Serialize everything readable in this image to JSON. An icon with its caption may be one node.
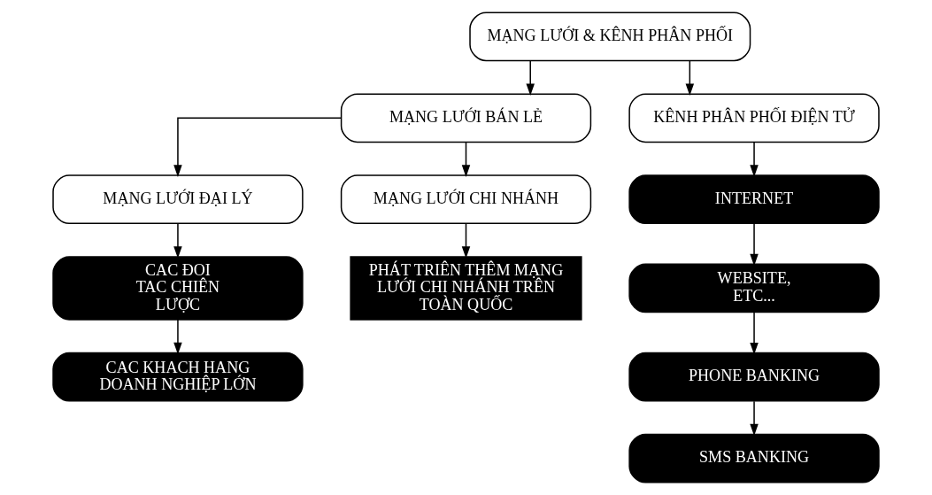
{
  "diagram": {
    "nodes": [
      {
        "text": [
          "MẠNG LƯỚI & KÊNH PHÂN PHỐI"
        ]
      },
      {
        "text": [
          "MẠNG LƯỚI BÁN LẺ"
        ]
      },
      {
        "text": [
          "KÊNH PHÂN PHỐI ĐIỆN TỬ"
        ]
      },
      {
        "text": [
          "MẠNG LƯỚI ĐẠI LÝ"
        ]
      },
      {
        "text": [
          "MẠNG LƯỚI CHI NHÁNH"
        ]
      },
      {
        "text": [
          "CAC ĐOI TAC CHIÊN LƯỢC"
        ]
      },
      {
        "text": [
          "CAC KHACH HANG DOANH NGHIỆP LỚN"
        ]
      },
      {
        "text": [
          "PHÁT TRIÊN THÊM MẠNG LƯỚI CHI NHÁNH TRÊN TOÀN QUỐC"
        ]
      },
      {
        "text": [
          "INTERNET"
        ]
      },
      {
        "text": [
          "WEBSITE, ETC..."
        ]
      },
      {
        "text": [
          "PHONE BANKING"
        ]
      },
      {
        "text": [
          "SMS BANKING"
        ]
      }
    ],
    "edges": [
      {
        "from": 0,
        "to": 1,
        "arrow": "to"
      },
      {
        "from": 0,
        "to": 2,
        "arrow": "to"
      },
      {
        "from": 1,
        "to": 3,
        "arrow": "to"
      },
      {
        "from": 1,
        "to": 4,
        "arrow": "to"
      },
      {
        "from": 3,
        "to": 5,
        "arrow": "to"
      },
      {
        "from": 5,
        "to": 6,
        "arrow": "to"
      },
      {
        "from": 4,
        "to": 7,
        "arrow": "to"
      },
      {
        "from": 2,
        "to": 8,
        "arrow": "to"
      },
      {
        "from": 8,
        "to": 9,
        "arrow": "to"
      },
      {
        "from": 9,
        "to": 10,
        "arrow": "to"
      },
      {
        "from": 10,
        "to": 11,
        "arrow": "to"
      }
    ]
  }
}
